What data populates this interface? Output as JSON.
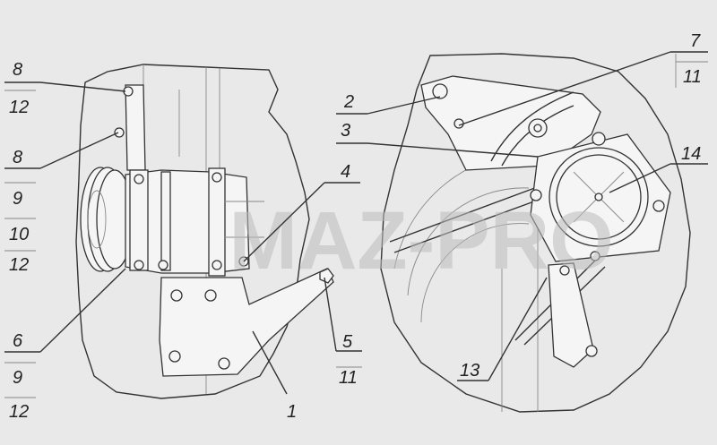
{
  "watermark": "MAZ-PRO",
  "callouts": [
    {
      "id": "c8a",
      "text": "8"
    },
    {
      "id": "c12a",
      "text": "12"
    },
    {
      "id": "c8b",
      "text": "8"
    },
    {
      "id": "c9a",
      "text": "9"
    },
    {
      "id": "c10",
      "text": "10"
    },
    {
      "id": "c12b",
      "text": "12"
    },
    {
      "id": "c6",
      "text": "6"
    },
    {
      "id": "c9b",
      "text": "9"
    },
    {
      "id": "c12c",
      "text": "12"
    },
    {
      "id": "c4",
      "text": "4"
    },
    {
      "id": "c5",
      "text": "5"
    },
    {
      "id": "c11a",
      "text": "11"
    },
    {
      "id": "c1",
      "text": "1"
    },
    {
      "id": "c2",
      "text": "2"
    },
    {
      "id": "c3",
      "text": "3"
    },
    {
      "id": "c7",
      "text": "7"
    },
    {
      "id": "c11b",
      "text": "11"
    },
    {
      "id": "c14",
      "text": "14"
    },
    {
      "id": "c13",
      "text": "13"
    }
  ],
  "colors": {
    "background": "#e9e9e9",
    "line": "#333333",
    "watermark": "#bcbcbc"
  }
}
